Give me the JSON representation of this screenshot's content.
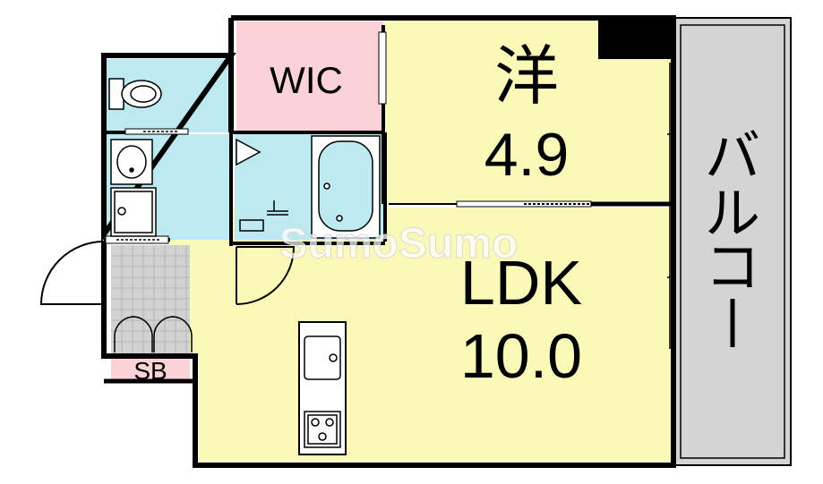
{
  "rooms": {
    "wic": {
      "label": "WIC"
    },
    "western": {
      "name": "洋",
      "size": "4.9"
    },
    "ldk": {
      "name": "LDK",
      "size": "10.0"
    },
    "sb": {
      "label": "SB"
    },
    "balcony": {
      "chars": [
        "バ",
        "ル",
        "コ",
        "ー"
      ]
    }
  },
  "watermark": "SumoSumo",
  "colors": {
    "wall": "#000000",
    "yellow_room": "#fbf9b8",
    "wet_area": "#bde9f0",
    "wic": "#fbd2d6",
    "sb": "#fbd2d6",
    "balcony": "#d4d4d4",
    "entrance_tile": "#d2d2d2"
  }
}
